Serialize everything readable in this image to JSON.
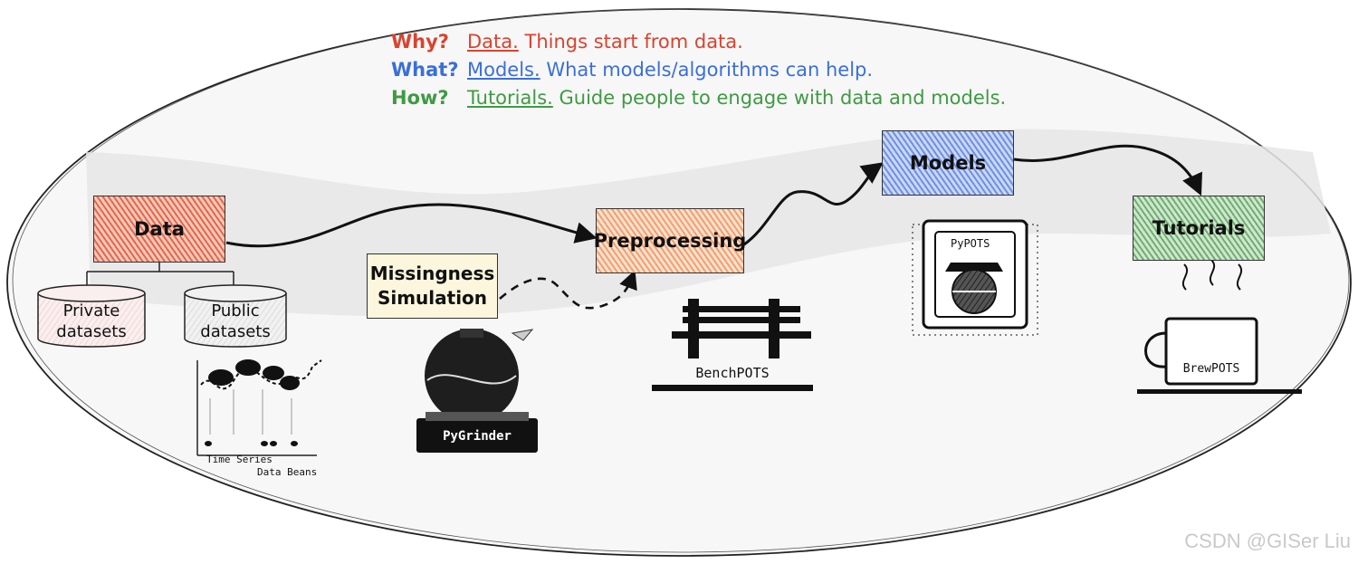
{
  "header": {
    "why": {
      "q": "Why?",
      "kw": "Data.",
      "rest": " Things start from data.",
      "color": "#d9432f"
    },
    "what": {
      "q": "What?",
      "kw": "Models.",
      "rest": " What models/algorithms can help.",
      "color": "#3a6fd8"
    },
    "how": {
      "q": "How?",
      "kw": "Tutorials.",
      "rest": " Guide people to engage with data and models.",
      "color": "#3f9a43"
    }
  },
  "nodes": {
    "data": {
      "label": "Data",
      "color": "#e8836a"
    },
    "missingness": {
      "label": "Missingness Simulation",
      "color": "#f7f0c8"
    },
    "preprocessing": {
      "label": "Preprocessing",
      "color": "#f0b08a"
    },
    "models": {
      "label": "Models",
      "color": "#7f9de8"
    },
    "tutorials": {
      "label": "Tutorials",
      "color": "#8fc08f"
    }
  },
  "datasets": {
    "private": "Private datasets",
    "public": "Public datasets"
  },
  "illustrations": {
    "beans_line1": "Time Series",
    "beans_line2": "Data Beans",
    "pygrinder": "PyGrinder",
    "benchpots": "BenchPOTS",
    "pypots": "PyPOTS",
    "brewpots": "BrewPOTS"
  },
  "watermark": "CSDN @GISer Liu"
}
